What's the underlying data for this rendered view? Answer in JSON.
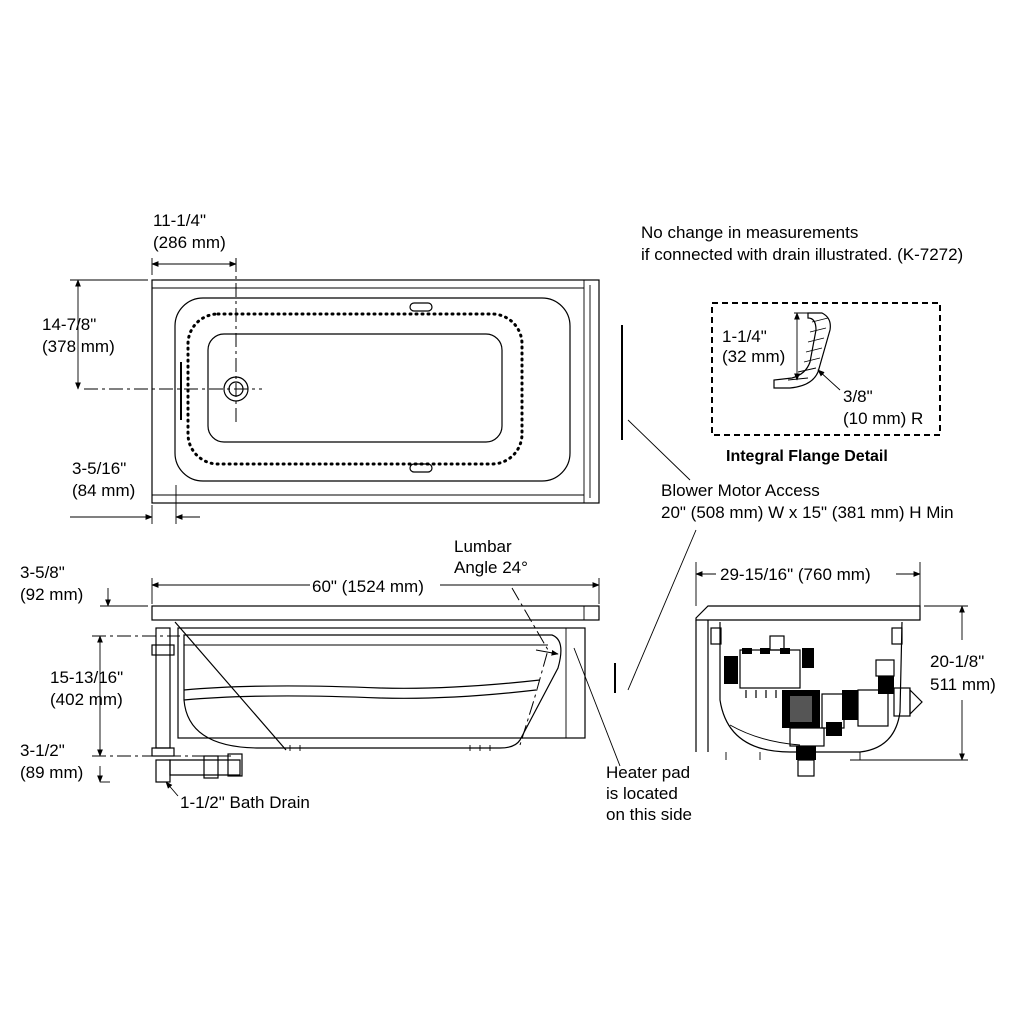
{
  "note": {
    "line1": "No change in measurements",
    "line2": "if connected with drain illustrated. (K-7272)"
  },
  "top_view": {
    "drain_offset": {
      "line1": "11-1/4\"",
      "line2": "(286 mm)"
    },
    "drain_depth": {
      "line1": "14-7/8\"",
      "line2": "(378 mm)"
    },
    "rim_width": {
      "line1": "3-5/16\"",
      "line2": "(84 mm)"
    }
  },
  "flange_detail": {
    "title": "Integral Flange Detail",
    "height": {
      "line1": "1-1/4\"",
      "line2": "(32 mm)"
    },
    "radius": {
      "line1": "3/8\"",
      "line2": "(10 mm) R"
    }
  },
  "blower": {
    "line1": "Blower Motor Access",
    "line2": "20\" (508 mm) W x 15\" (381 mm) H Min"
  },
  "side_view": {
    "lumbar": {
      "line1": "Lumbar",
      "line2": "Angle 24°"
    },
    "length": "60\" (1524 mm)",
    "top_offset": {
      "line1": "3-5/8\"",
      "line2": "(92 mm)"
    },
    "drain_height": {
      "line1": "15-13/16\"",
      "line2": "(402 mm)"
    },
    "bottom_offset": {
      "line1": "3-1/2\"",
      "line2": "(89 mm)"
    },
    "drain_label": "1-1/2\" Bath Drain",
    "heater": {
      "line1": "Heater pad",
      "line2": "is located",
      "line3": "on this side"
    }
  },
  "end_view": {
    "width": "29-15/16\" (760 mm)",
    "height": {
      "line1": "20-1/8\"",
      "line2": "511 mm)"
    }
  }
}
